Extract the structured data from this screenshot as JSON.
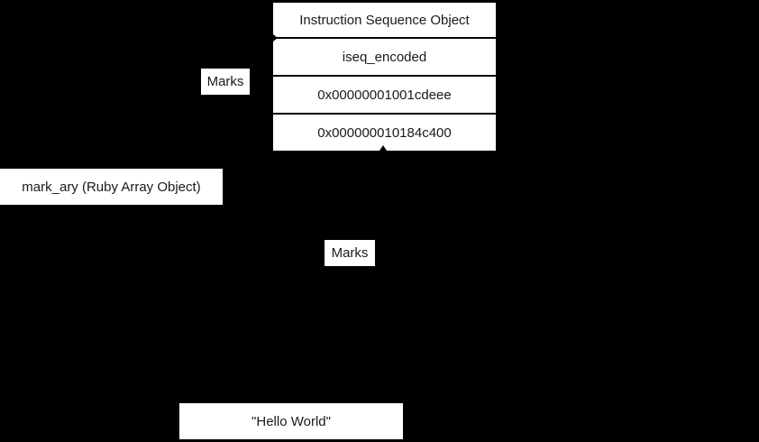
{
  "diagram": {
    "colors": {
      "background": "#000000",
      "box_fill": "#ffffff",
      "text": "#1a1a1a"
    },
    "iseq_table": {
      "rows": [
        "Instruction Sequence Object",
        "iseq_encoded",
        "0x00000001001cdeee",
        "0x000000010184c400"
      ]
    },
    "marks_top_label": "Marks",
    "marks_bottom_label": "Marks",
    "mark_ary_label": "mark_ary (Ruby Array Object)",
    "hello_world_label": "\"Hello World\""
  }
}
